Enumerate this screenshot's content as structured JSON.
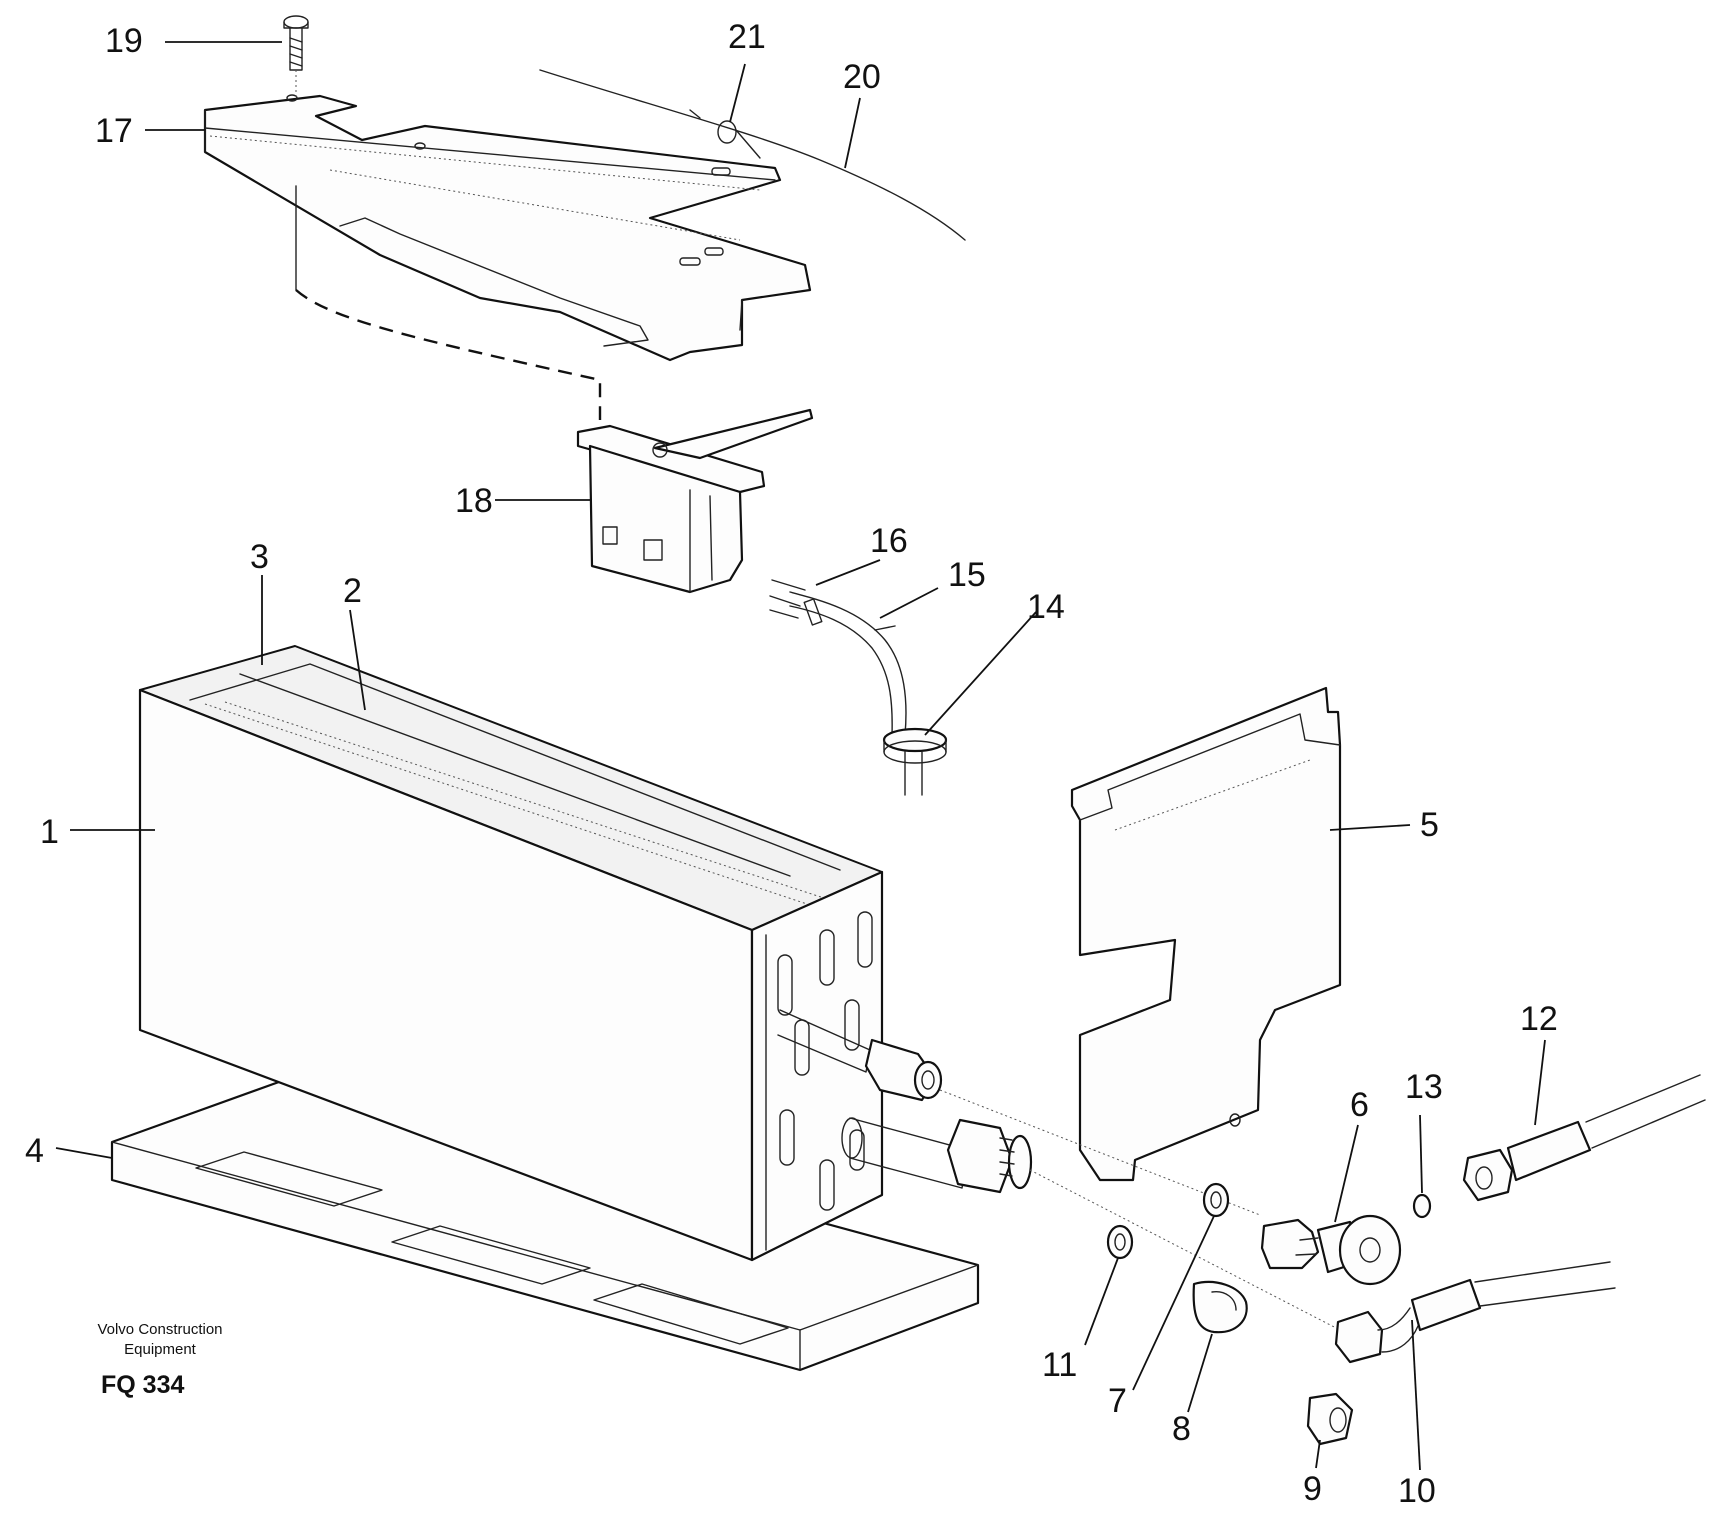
{
  "caption": {
    "maker_line_1": "Volvo Construction",
    "maker_line_2": "Equipment",
    "figure_code": "FQ 334"
  },
  "callouts": [
    "1",
    "2",
    "3",
    "4",
    "5",
    "6",
    "7",
    "8",
    "9",
    "10",
    "11",
    "12",
    "13",
    "14",
    "15",
    "16",
    "17",
    "18",
    "19",
    "20",
    "21"
  ]
}
